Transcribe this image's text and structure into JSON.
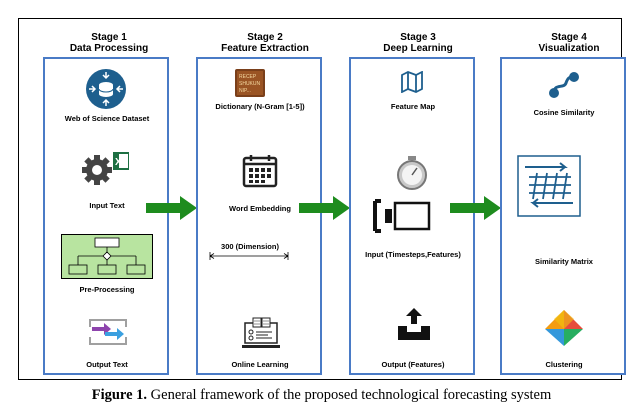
{
  "stages": [
    {
      "title_line1": "Stage 1",
      "title_line2": "Data Processing",
      "items": [
        "Web of Science Dataset",
        "Input Text",
        "Pre-Processing",
        "Output Text"
      ]
    },
    {
      "title_line1": "Stage 2",
      "title_line2": "Feature Extraction",
      "items": [
        "Dictionary (N-Gram [1-5])",
        "Word Embedding",
        "300 (Dimension)",
        "Online Learning"
      ],
      "book_text": [
        "RECEP",
        "SHUKUN",
        "NIP..."
      ]
    },
    {
      "title_line1": "Stage 3",
      "title_line2": "Deep Learning",
      "items": [
        "Feature Map",
        "Input (Timesteps,Features)",
        "Output (Features)"
      ]
    },
    {
      "title_line1": "Stage 4",
      "title_line2": "Visualization",
      "items": [
        "Cosine Similarity",
        "Similarity Matrix",
        "Clustering"
      ]
    }
  ],
  "caption": {
    "label": "Figure 1.",
    "text": " General framework of the proposed technological forecasting system"
  },
  "colors": {
    "box_border": "#4a7bc6",
    "arrow": "#1e8c1e",
    "icon_blue": "#1e5f8e",
    "preproc_fill": "#b8e4a0"
  }
}
